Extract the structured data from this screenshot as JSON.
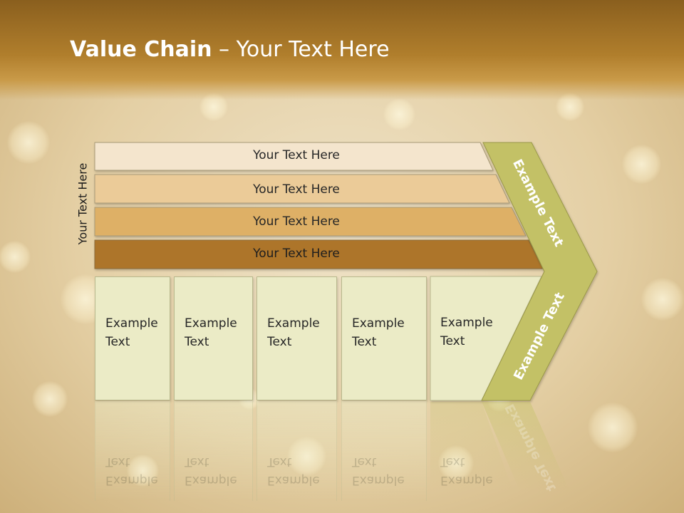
{
  "title": {
    "bold": "Value Chain",
    "rest": " – Your Text Here"
  },
  "side_label": "Your Text Here",
  "rows": [
    {
      "label": "Your Text Here",
      "color": "#f4e5cd"
    },
    {
      "label": "Your Text Here",
      "color": "#ebcb98"
    },
    {
      "label": "Your Text Here",
      "color": "#deb066"
    },
    {
      "label": "Your Text Here",
      "color": "#ad7529"
    }
  ],
  "boxes": [
    {
      "line1": "Example",
      "line2": "Text"
    },
    {
      "line1": "Example",
      "line2": "Text"
    },
    {
      "line1": "Example",
      "line2": "Text"
    },
    {
      "line1": "Example",
      "line2": "Text"
    },
    {
      "line1": "Example",
      "line2": "Text"
    }
  ],
  "arrow": {
    "upper_label": "Example Text",
    "lower_label": "Example Text",
    "color": "#c3c166"
  }
}
